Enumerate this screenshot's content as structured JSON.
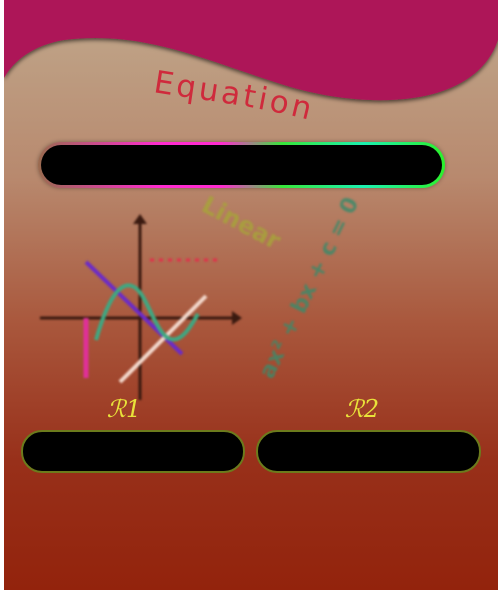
{
  "header": {
    "title": "Equation",
    "color": "#ad1759"
  },
  "equation_display": {
    "value": ""
  },
  "illustration": {
    "linear_label": "Linear",
    "quadratic_label": "ax² + bx + c = 0"
  },
  "results": {
    "r1": {
      "label": "ℛ1",
      "value": ""
    },
    "r2": {
      "label": "ℛ2",
      "value": ""
    }
  }
}
